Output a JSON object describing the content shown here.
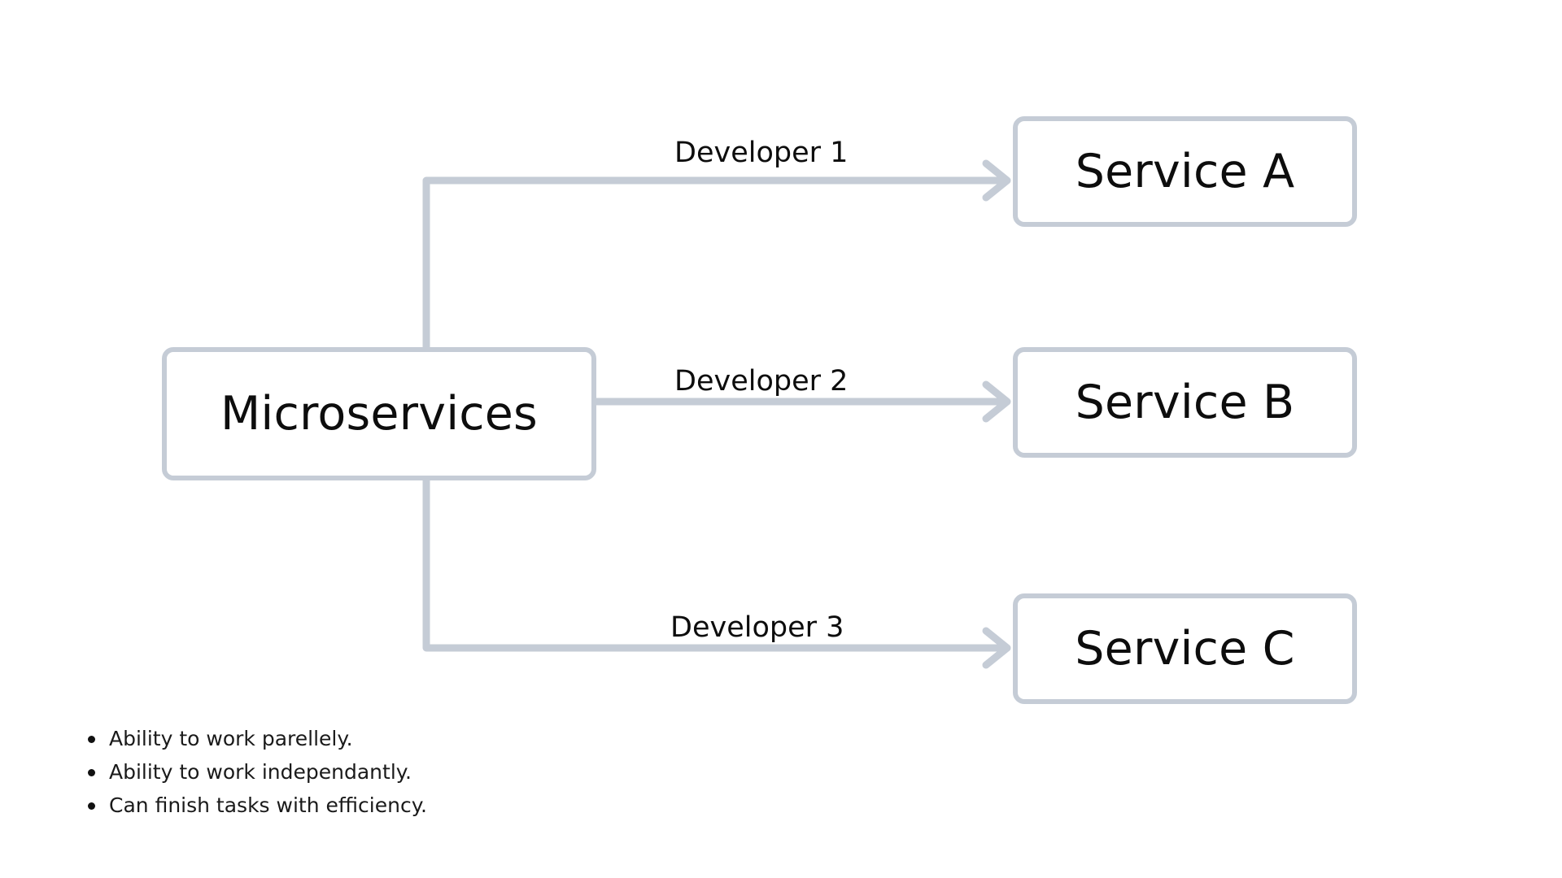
{
  "diagram": {
    "type": "flowchart",
    "background_color": "#ffffff",
    "connector_color": "#c5ccd6",
    "node_border_color": "#c5ccd6",
    "text_color": "#0d0d0d",
    "source_node": {
      "id": "microservices",
      "label": "Microservices"
    },
    "target_nodes": [
      {
        "id": "service-a",
        "label": "Service A"
      },
      {
        "id": "service-b",
        "label": "Service B"
      },
      {
        "id": "service-c",
        "label": "Service C"
      }
    ],
    "edges": [
      {
        "from": "microservices",
        "to": "service-a",
        "label": "Developer 1",
        "arrowhead": "open-chevron"
      },
      {
        "from": "microservices",
        "to": "service-b",
        "label": "Developer 2",
        "arrowhead": "open-chevron"
      },
      {
        "from": "microservices",
        "to": "service-c",
        "label": "Developer 3",
        "arrowhead": "open-chevron"
      }
    ]
  },
  "notes": {
    "bullets": [
      "Ability to work parellely.",
      "Ability to work independantly.",
      "Can finish tasks with efficiency."
    ]
  }
}
